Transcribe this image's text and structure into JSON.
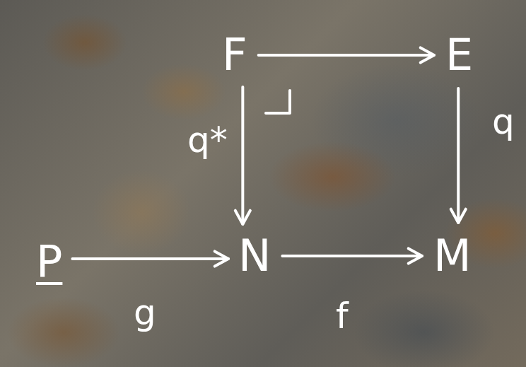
{
  "diagram": {
    "nodes": [
      {
        "text": [
          "F"
        ]
      },
      {
        "text": [
          "E"
        ]
      },
      {
        "text": [
          "P"
        ]
      },
      {
        "text": [
          "N"
        ]
      },
      {
        "text": [
          "M"
        ]
      }
    ],
    "edges": [
      {
        "from": 0,
        "to": 1,
        "arrow": "to"
      },
      {
        "from": 0,
        "to": 3,
        "label": "q*",
        "arrow": "to"
      },
      {
        "from": 1,
        "to": 4,
        "label": "q",
        "arrow": "to"
      },
      {
        "from": 2,
        "to": 3,
        "label": "g",
        "arrow": "to"
      },
      {
        "from": 3,
        "to": 4,
        "label": "f",
        "arrow": "to"
      }
    ]
  }
}
